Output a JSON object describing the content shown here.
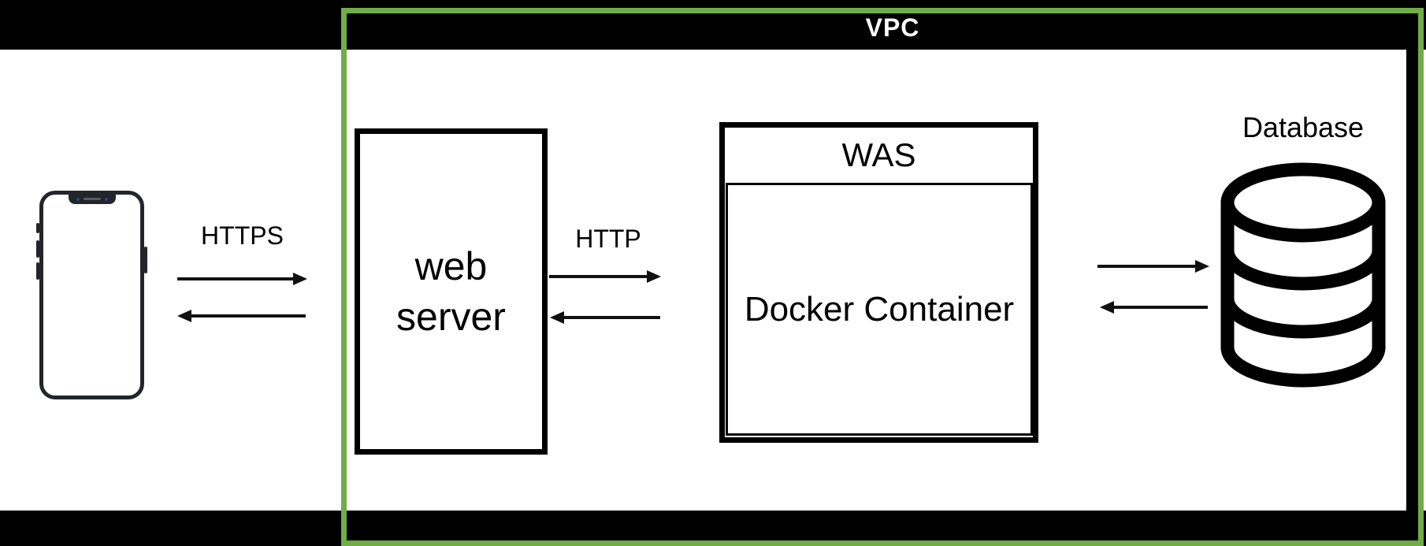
{
  "colors": {
    "frame": "#000000",
    "vpc_border": "#70AD47",
    "background": "#ffffff",
    "text": "#000000",
    "vpc_label_text": "#ffffff"
  },
  "vpc": {
    "label": "VPC"
  },
  "nodes": {
    "client": {
      "icon": "smartphone-icon"
    },
    "web_server": {
      "label_line1": "web",
      "label_line2": "server"
    },
    "was": {
      "title": "WAS",
      "container_label": "Docker Container"
    },
    "database": {
      "label": "Database",
      "icon": "database-icon"
    }
  },
  "links": [
    {
      "id": "client-webserver",
      "protocol": "HTTPS",
      "direction": "bidirectional"
    },
    {
      "id": "webserver-was",
      "protocol": "HTTP",
      "direction": "bidirectional"
    },
    {
      "id": "was-database",
      "protocol": "",
      "direction": "bidirectional"
    }
  ]
}
